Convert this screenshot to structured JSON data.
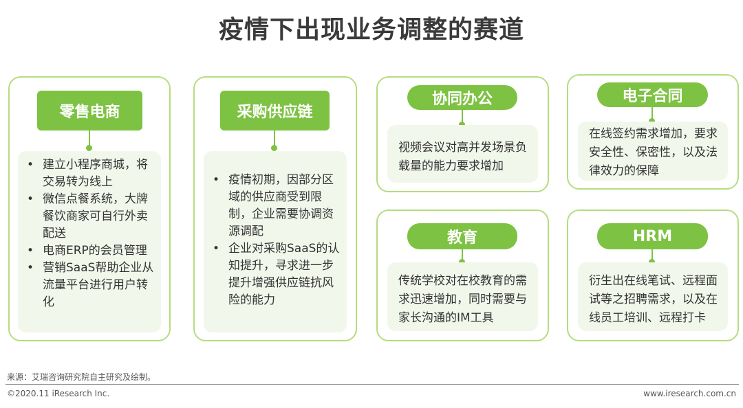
{
  "title": "疫情下出现业务调整的赛道",
  "colors": {
    "accent": "#7dc242",
    "border": "#b4dd7f",
    "panel": "#f2f7eb"
  },
  "cards": {
    "retail": {
      "label": "零售电商",
      "bullet": "•",
      "items": [
        "建立小程序商城，将交易转为线上",
        "微信点餐系统，大牌餐饮商家可自行外卖配送",
        "电商ERP的会员管理",
        "营销SaaS帮助企业从流量平台进行用户转化"
      ]
    },
    "supply": {
      "label": "采购供应链",
      "bullet": "•",
      "items": [
        "疫情初期，因部分区域的供应商受到限制，企业需要协调资源调配",
        "企业对采购SaaS的认知提升，寻求进一步提升增强供应链抗风险的能力"
      ]
    },
    "office": {
      "label": "协同办公",
      "text": "视频会议对高并发场景负载量的能力要求增加"
    },
    "contract": {
      "label": "电子合同",
      "text": "在线签约需求增加，要求安全性、保密性，以及法律效力的保障"
    },
    "education": {
      "label": "教育",
      "text": "传统学校对在校教育的需求迅速增加，同时需要与家长沟通的IM工具"
    },
    "hrm": {
      "label": "HRM",
      "text": "衍生出在线笔试、远程面试等之招聘需求，以及在线员工培训、远程打卡"
    }
  },
  "footer": {
    "source": "来源：艾瑞咨询研究院自主研究及绘制。",
    "copyright": "©2020.11 iResearch Inc.",
    "website": "www.iresearch.com.cn"
  }
}
